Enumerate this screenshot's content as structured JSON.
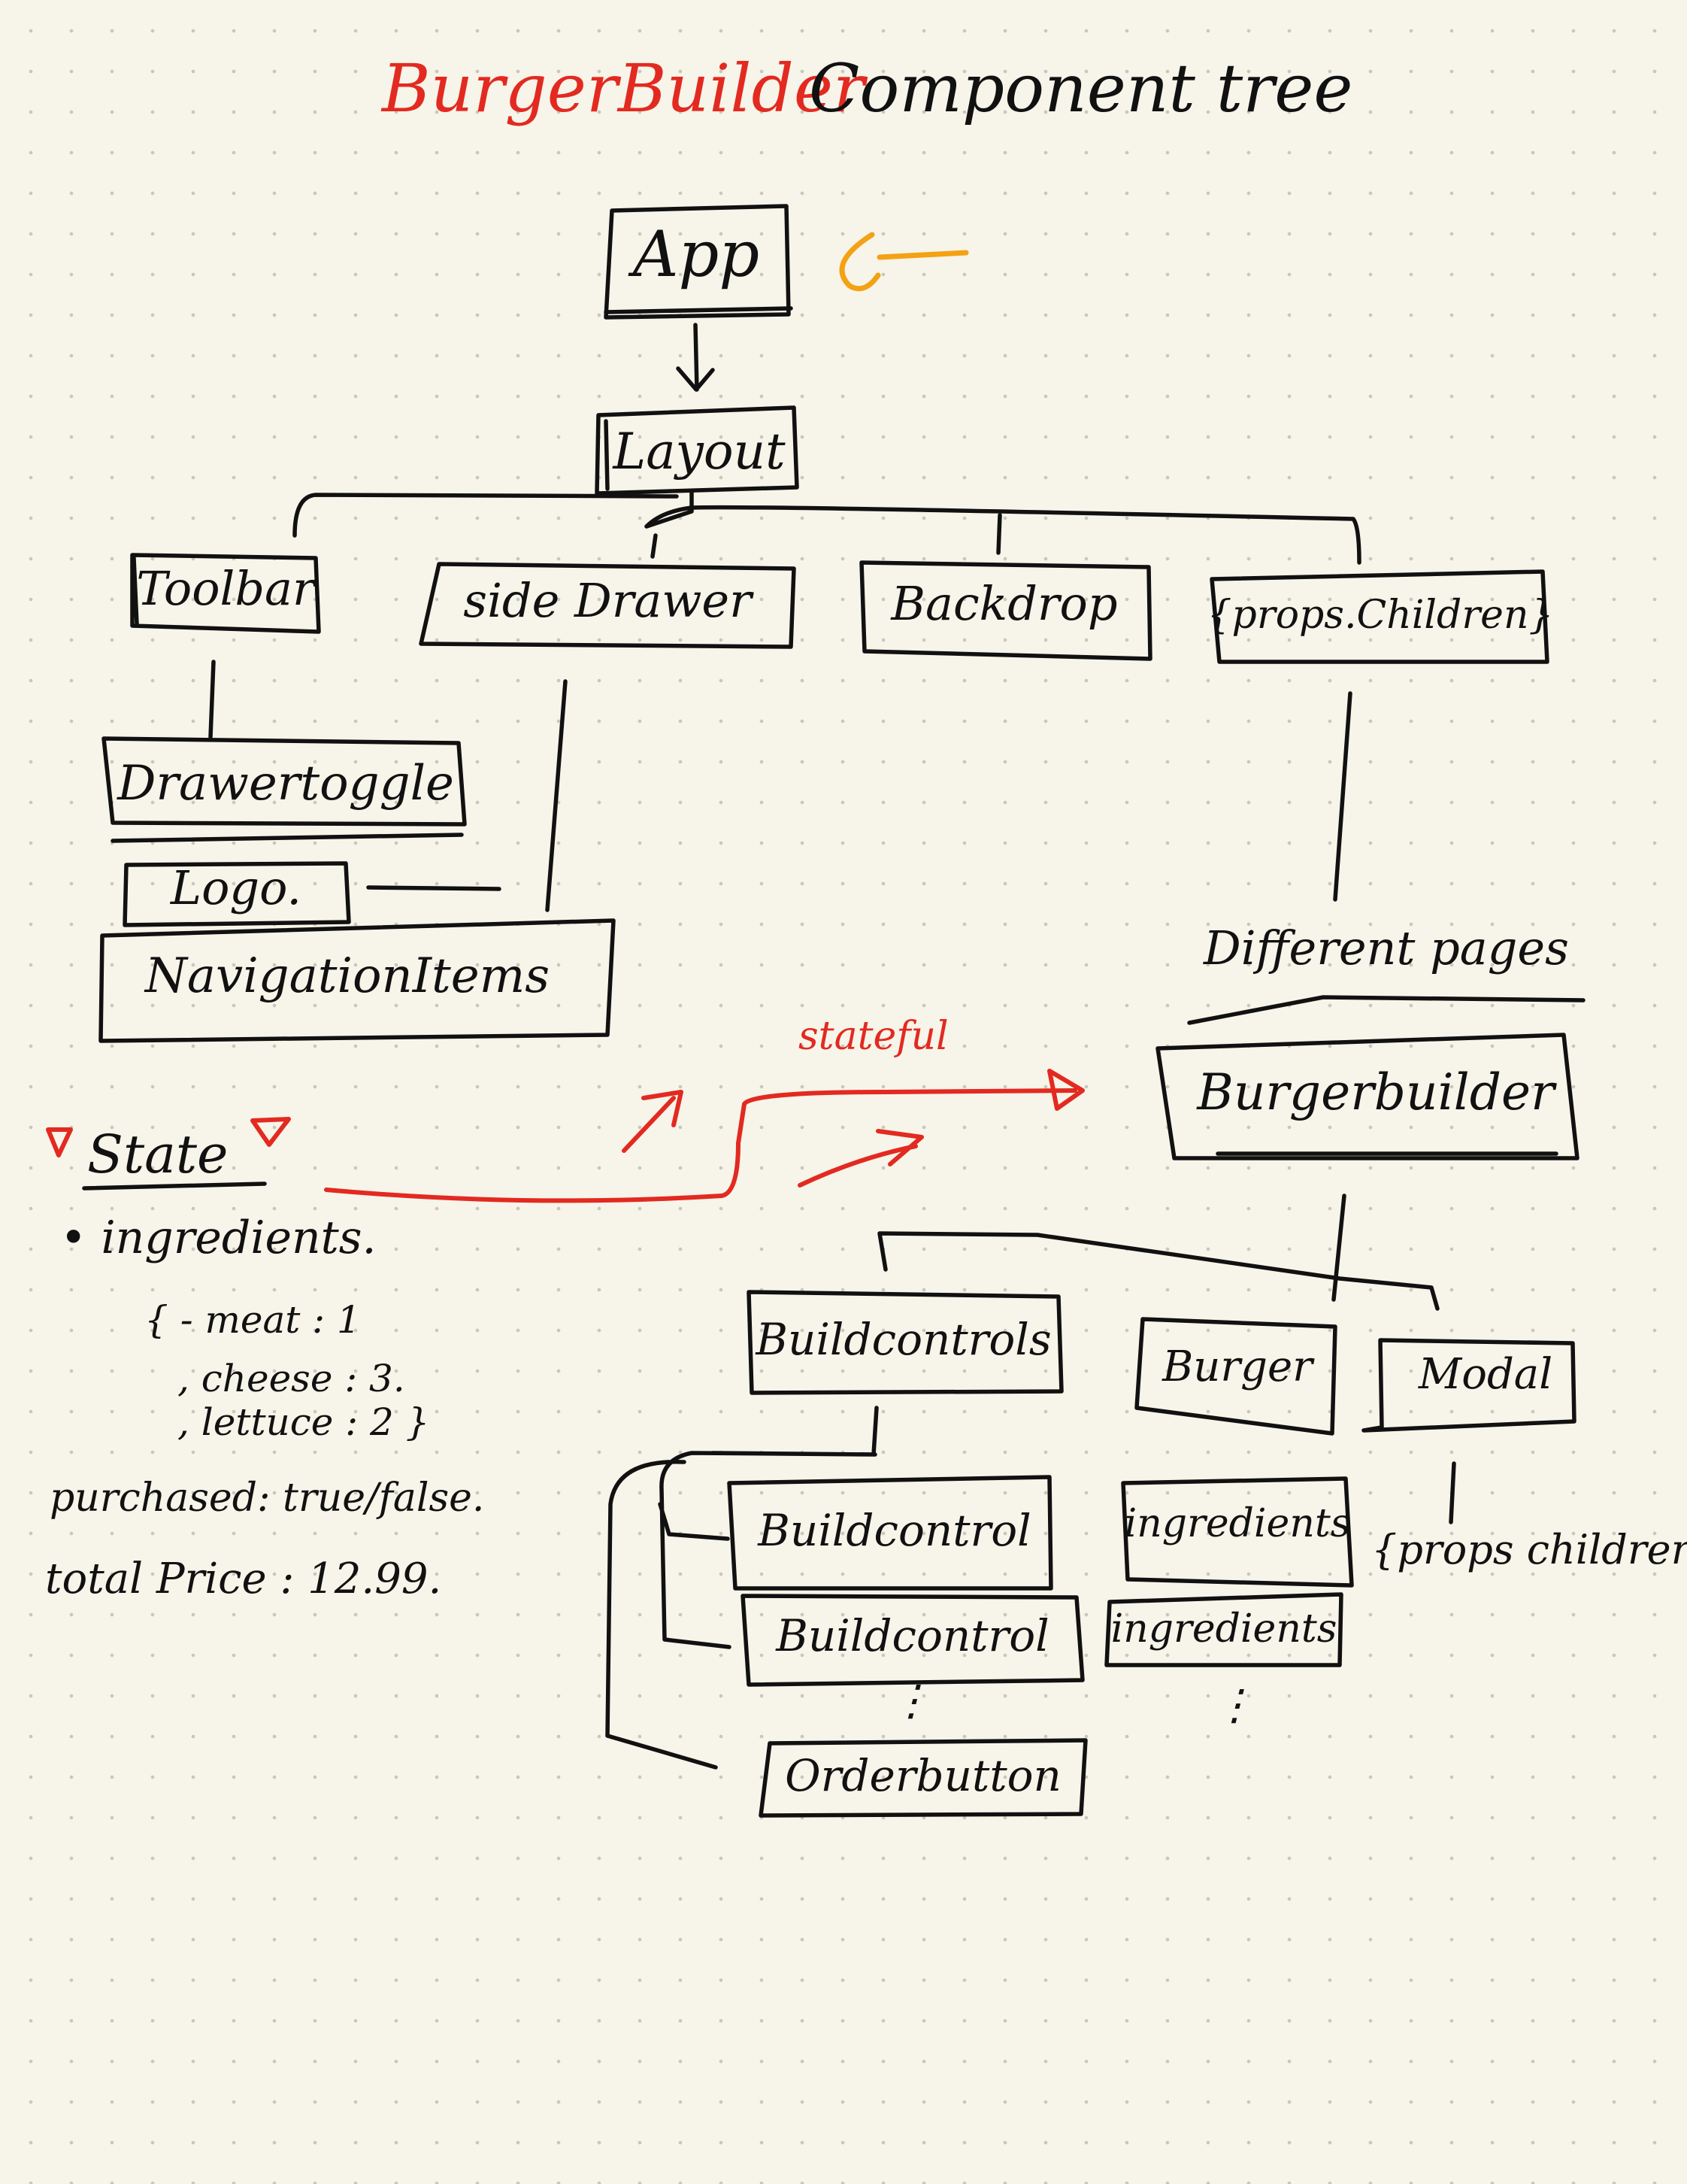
{
  "title": {
    "red": "BurgerBuilder",
    "black": "Component tree"
  },
  "nodes": {
    "app": "App",
    "layout": "Layout",
    "toolbar": "Toolbar",
    "side_drawer": "side Drawer",
    "backdrop": "Backdrop",
    "props_children": "{props.Children}",
    "drawer_toggle": "Drawertoggle",
    "logo": "Logo.",
    "navigation_items": "NavigationItems",
    "different_pages": "Different pages",
    "burger_builder": "Burgerbuilder",
    "build_controls": "Buildcontrols",
    "burger": "Burger",
    "modal": "Modal",
    "build_control_1": "Buildcontrol",
    "build_control_2": "Buildcontrol",
    "ingredients_1": "ingredients",
    "ingredients_2": "ingredients",
    "order_button": "Orderbutton",
    "modal_children": "{props children}",
    "ellipsis": "⋮"
  },
  "stateful_label": "stateful",
  "state": {
    "heading": "State",
    "ingredients_label": "• ingredients.",
    "ingredient_lines": [
      "{ - meat : 1",
      ", cheese : 3.",
      ", lettuce : 2 }"
    ],
    "purchased": "purchased: true/false.",
    "total_price": "total Price : 12.99."
  },
  "colors": {
    "ink": "#111111",
    "red": "#e22a21",
    "orange": "#f3a214",
    "paper": "#f7f4e9"
  }
}
